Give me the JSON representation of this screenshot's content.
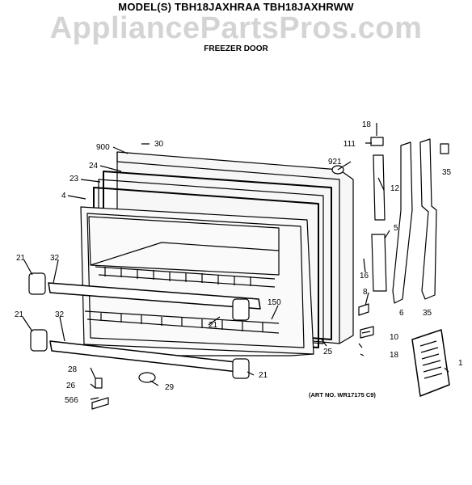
{
  "header": {
    "model_line": "MODEL(S) TBH18JAXHRAA  TBH18JAXHRWW",
    "watermark": "AppliancePartsPros.com",
    "section_title": "FREEZER DOOR"
  },
  "footer": {
    "art_number": "(ART NO. WR17175 C9)"
  },
  "part_numbers": [
    "18",
    "111",
    "900",
    "30",
    "921",
    "35",
    "12",
    "24",
    "23",
    "4",
    "5",
    "21",
    "32",
    "16",
    "8",
    "150",
    "21",
    "6",
    "35",
    "21",
    "32",
    "10",
    "25",
    "18",
    "1",
    "28",
    "26",
    "29",
    "21",
    "566"
  ],
  "colors": {
    "line": "#000000",
    "watermark": "#d4d4d4"
  }
}
